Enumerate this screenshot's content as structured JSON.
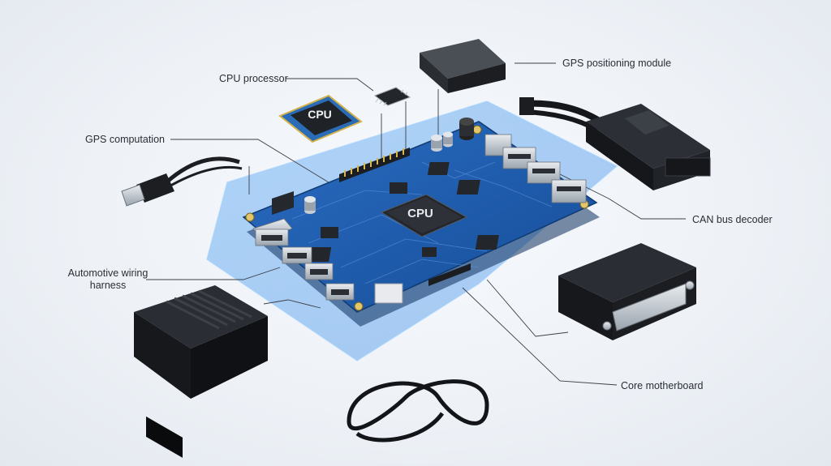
{
  "labels": {
    "cpu_processor": "CPU processor",
    "gps_positioning_module": "GPS positioning module",
    "gps_computation": "GPS computation",
    "can_bus_decoder": "CAN bus decoder",
    "automotive_wiring_harness": "Automotive wiring harness",
    "core_motherboard": "Core motherboard"
  },
  "chips": {
    "main_cpu": "CPU",
    "separate_cpu": "CPU"
  },
  "colors": {
    "board": "#1f5aa8",
    "board_dark": "#123c78",
    "glow_panel": "#5aa3ee",
    "connector": "#1c1f24"
  }
}
